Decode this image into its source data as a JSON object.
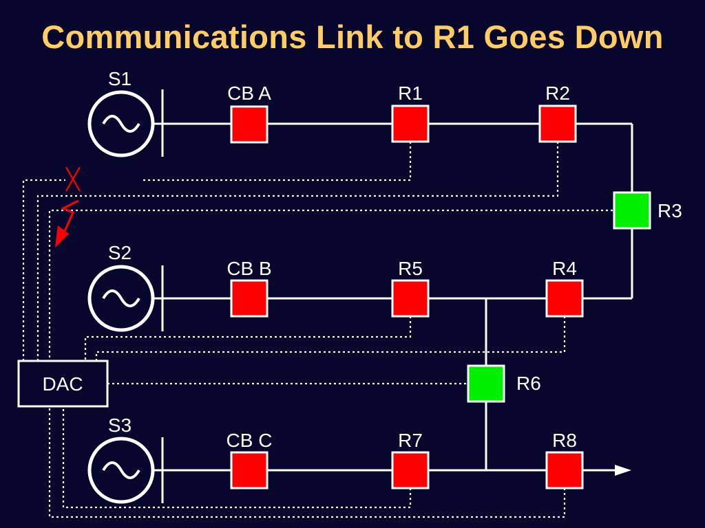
{
  "title": "Communications Link to R1 Goes Down",
  "colors": {
    "background": "#07072e",
    "title": "#ffcc66",
    "tripped_relay": "#ff0000",
    "healthy_relay": "#00ee00",
    "failure_marker": "#ff0000",
    "line": "#ffffff"
  },
  "sources": [
    {
      "id": "S1",
      "label": "S1"
    },
    {
      "id": "S2",
      "label": "S2"
    },
    {
      "id": "S3",
      "label": "S3"
    }
  ],
  "breakers": [
    {
      "id": "CB A",
      "label": "CB A",
      "state": "red"
    },
    {
      "id": "CB B",
      "label": "CB B",
      "state": "red"
    },
    {
      "id": "CB C",
      "label": "CB C",
      "state": "red"
    }
  ],
  "relays": [
    {
      "id": "R1",
      "label": "R1",
      "state": "red"
    },
    {
      "id": "R2",
      "label": "R2",
      "state": "red"
    },
    {
      "id": "R3",
      "label": "R3",
      "state": "green"
    },
    {
      "id": "R4",
      "label": "R4",
      "state": "red"
    },
    {
      "id": "R5",
      "label": "R5",
      "state": "red"
    },
    {
      "id": "R6",
      "label": "R6",
      "state": "green"
    },
    {
      "id": "R7",
      "label": "R7",
      "state": "red"
    },
    {
      "id": "R8",
      "label": "R8",
      "state": "red"
    }
  ],
  "controller": {
    "label": "DAC"
  },
  "failed_link": {
    "relay": "R1",
    "icons": [
      "broken-link-x-icon",
      "lightning-bolt-icon"
    ]
  },
  "source_symbol": "ac-sine-wave-icon"
}
